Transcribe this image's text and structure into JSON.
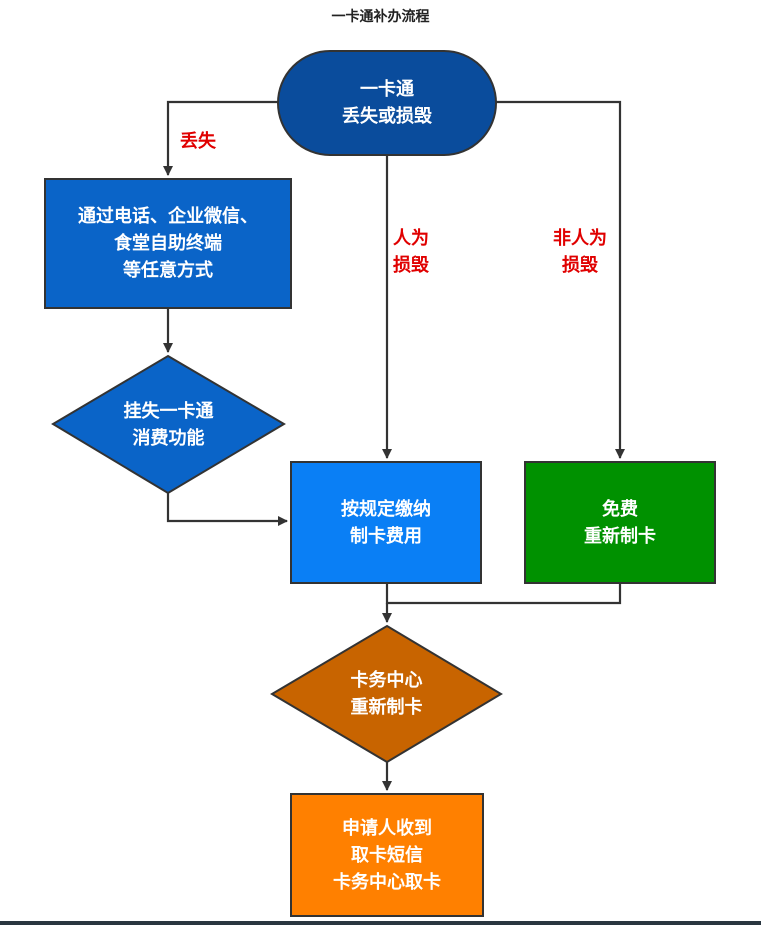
{
  "title": "一卡通补办流程",
  "colors": {
    "start": "#0a4c9c",
    "report": "#0a64c8",
    "freeze": "#0a64c8",
    "pay": "#0a7ff5",
    "free": "#009100",
    "remake": "#c86400",
    "pickup": "#ff8000",
    "line": "#333333",
    "branch_label": "#e00000"
  },
  "nodes": {
    "start": {
      "lines": [
        "一卡通",
        "丢失或损毁"
      ]
    },
    "report": {
      "lines": [
        "通过电话、企业微信、",
        "食堂自助终端",
        "等任意方式"
      ]
    },
    "freeze": {
      "lines": [
        "挂失一卡通",
        "消费功能"
      ]
    },
    "pay": {
      "lines": [
        "按规定缴纳",
        "制卡费用"
      ]
    },
    "free": {
      "lines": [
        "免费",
        "重新制卡"
      ]
    },
    "remake": {
      "lines": [
        "卡务中心",
        "重新制卡"
      ]
    },
    "pickup": {
      "lines": [
        "申请人收到",
        "取卡短信",
        "卡务中心取卡"
      ]
    }
  },
  "branch_labels": {
    "lost": [
      "丢失"
    ],
    "human": [
      "人为",
      "损毁"
    ],
    "non_human": [
      "非人为",
      "损毁"
    ]
  }
}
